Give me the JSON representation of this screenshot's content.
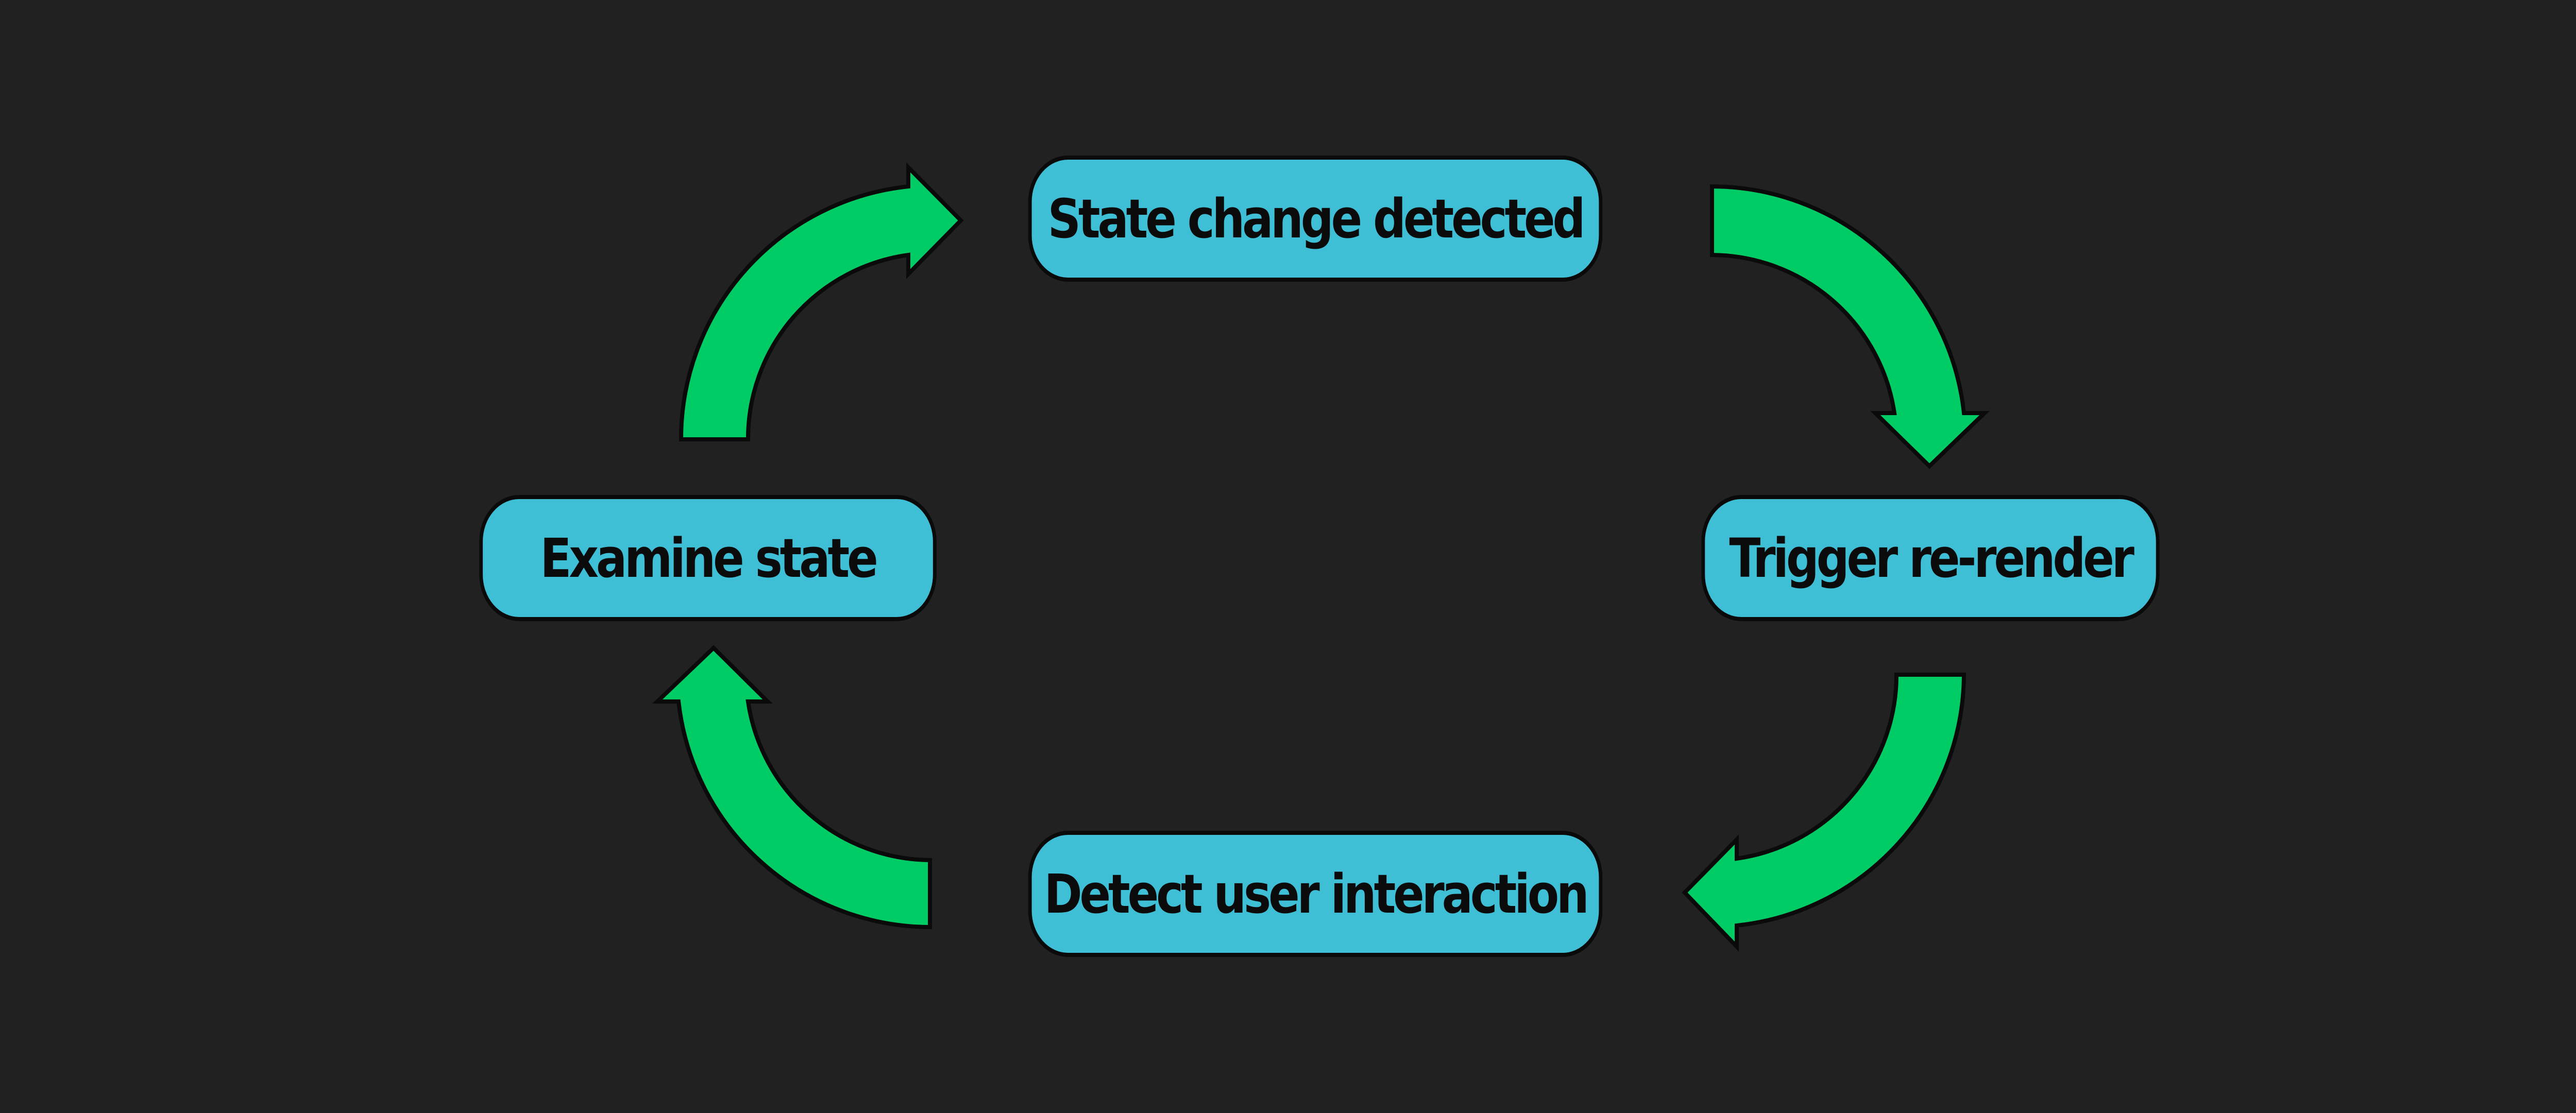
{
  "background_color": "#212121",
  "node_color": "#3fbfd6",
  "arrow_color": "#00cc66",
  "nodes": {
    "top": "State change detected",
    "right": "Trigger re-render",
    "bottom": "Detect user interaction",
    "left": "Examine state"
  }
}
